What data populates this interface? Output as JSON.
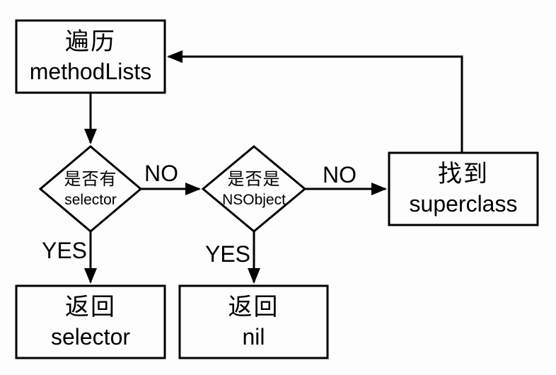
{
  "diagram": {
    "colors": {
      "ink": "#000000",
      "background": "#fdfdfd"
    },
    "nodes": {
      "traverse": {
        "line1": "遍历",
        "line2": "methodLists"
      },
      "has_selector": {
        "line1": "是否有",
        "line2": "selector"
      },
      "is_nsobject": {
        "line1": "是否是",
        "line2": "NSObject"
      },
      "found_superclass": {
        "line1": "找到",
        "line2": "superclass"
      },
      "return_selector": {
        "line1": "返回",
        "line2": "selector"
      },
      "return_nil": {
        "line1": "返回",
        "line2": "nil"
      }
    },
    "edge_labels": {
      "no_from_selector": "NO",
      "no_from_nsobject": "NO",
      "yes_from_selector": "YES",
      "yes_from_nsobject": "YES"
    }
  }
}
